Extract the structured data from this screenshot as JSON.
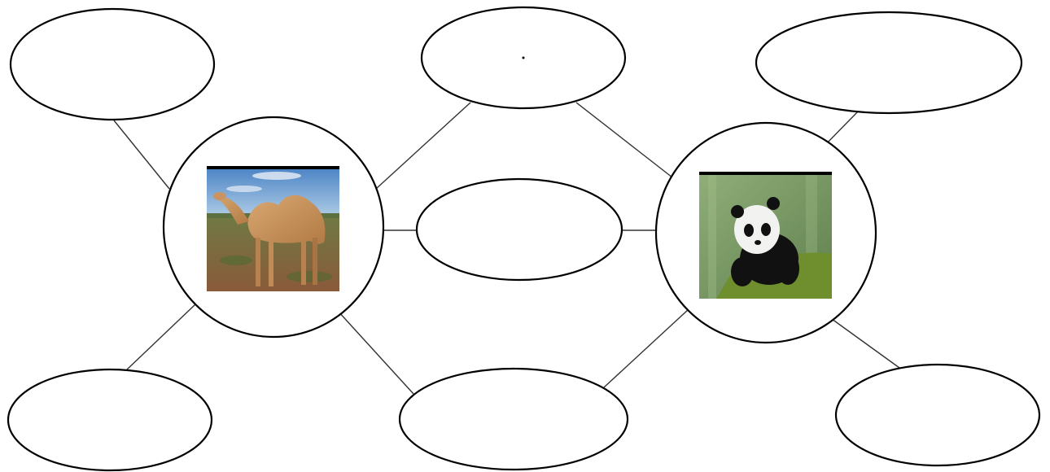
{
  "diagram": {
    "type": "double-bubble-map",
    "colors": {
      "outline": "#000000",
      "connector": "#333333",
      "background": "#ffffff"
    },
    "left_subject": {
      "image": "camel-photo"
    },
    "right_subject": {
      "image": "giant-panda-photo"
    },
    "shared_bubbles": [
      "",
      "",
      ""
    ],
    "left_only_bubbles": [
      "",
      ""
    ],
    "right_only_bubbles": [
      "",
      ""
    ]
  }
}
